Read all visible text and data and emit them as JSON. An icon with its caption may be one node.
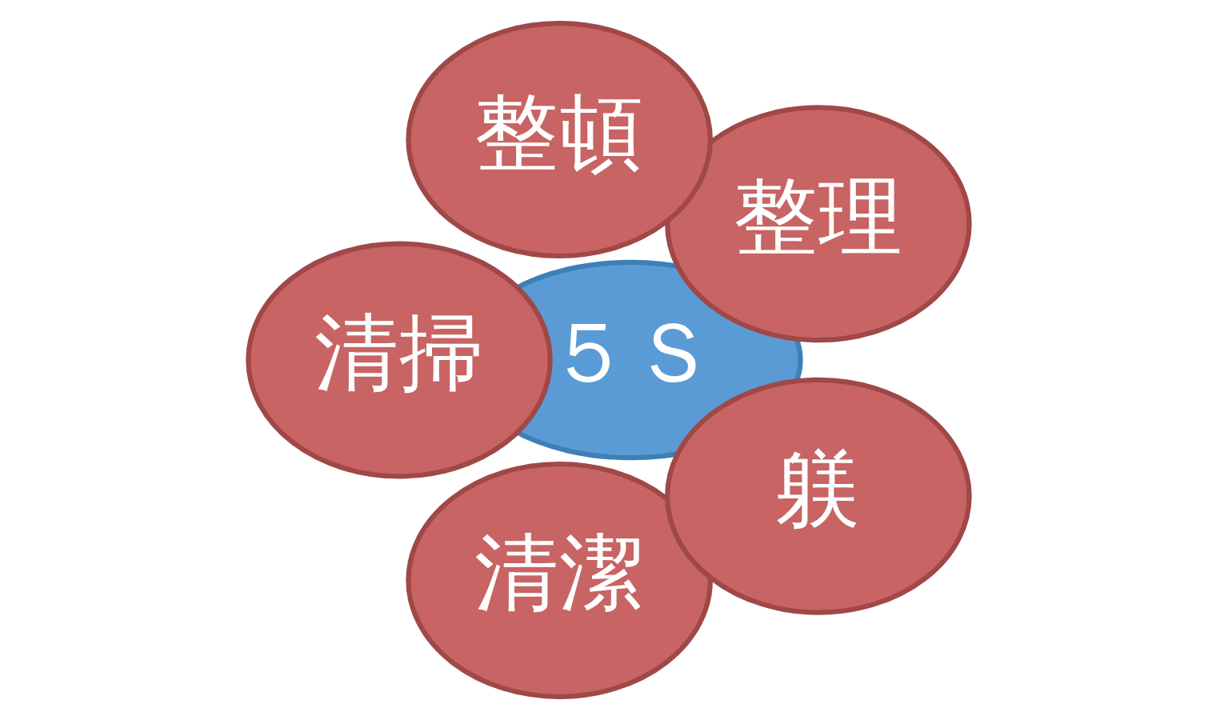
{
  "diagram": {
    "nodes": [
      {
        "text": [
          "５Ｓ"
        ]
      },
      {
        "text": [
          "整理"
        ]
      },
      {
        "text": [
          "整頓"
        ]
      },
      {
        "text": [
          "清掃"
        ]
      },
      {
        "text": [
          "清潔"
        ]
      },
      {
        "text": [
          "躾"
        ]
      }
    ],
    "edges": []
  }
}
